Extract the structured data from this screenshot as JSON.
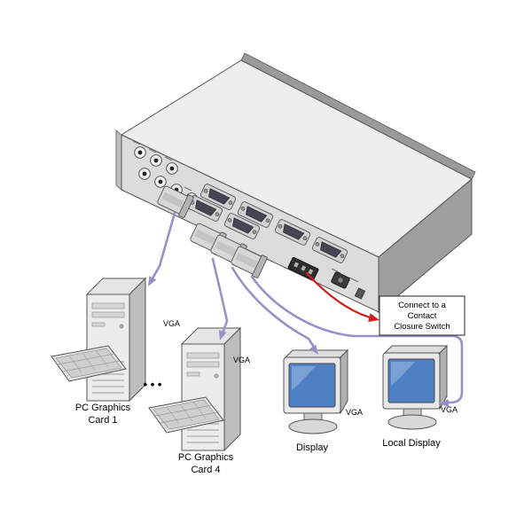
{
  "colors": {
    "cable": "#9b8fc7",
    "arrow": "#cc2020",
    "screen": "#4f80c4"
  },
  "labels": {
    "pc1": [
      "PC Graphics",
      "Card 1"
    ],
    "pc4": [
      "PC Graphics",
      "Card 4"
    ],
    "display": "Display",
    "local_display": "Local Display",
    "vga": "VGA",
    "ellipsis": "• • •"
  },
  "callout": {
    "lines": [
      "Connect to a",
      "Contact",
      "Closure Switch"
    ]
  }
}
